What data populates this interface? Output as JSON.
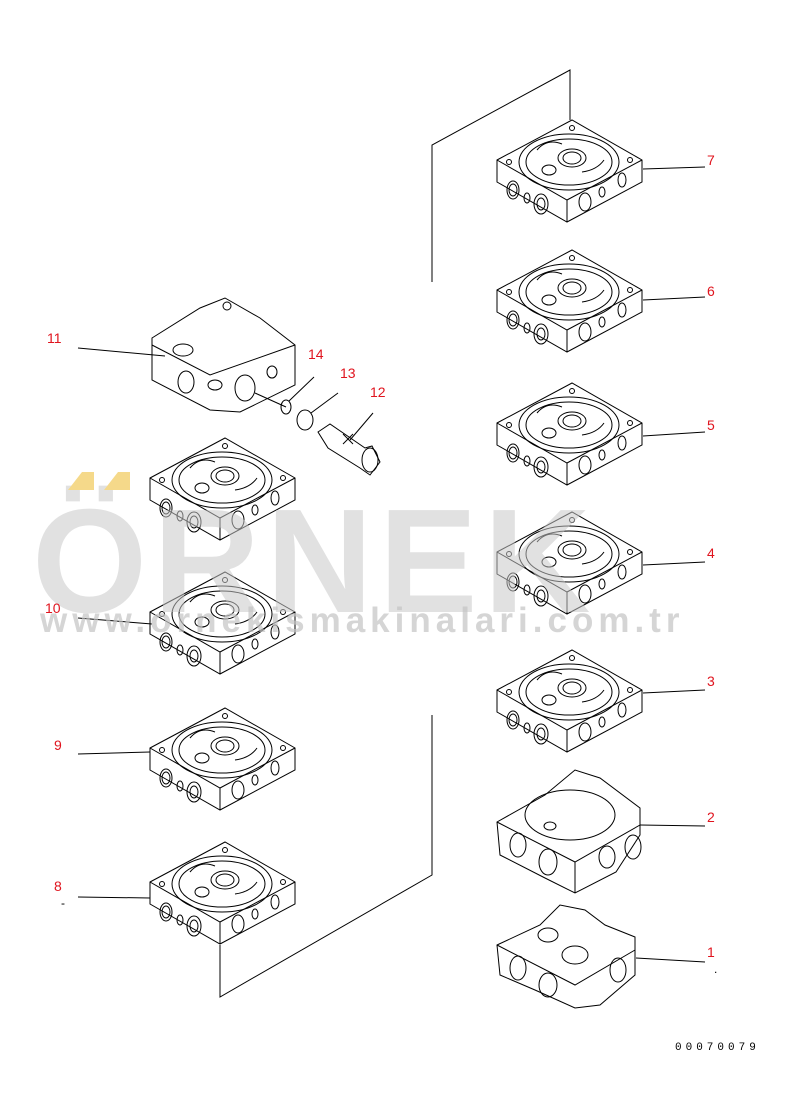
{
  "diagram": {
    "type": "exploded-parts-diagram",
    "subject": "hydraulic control valve section assembly",
    "drawing_number": "00070079",
    "callout_color": "#e0141e",
    "callouts": [
      {
        "id": "1",
        "label": "1"
      },
      {
        "id": "2",
        "label": "2"
      },
      {
        "id": "3",
        "label": "3"
      },
      {
        "id": "4",
        "label": "4"
      },
      {
        "id": "5",
        "label": "5"
      },
      {
        "id": "6",
        "label": "6"
      },
      {
        "id": "7",
        "label": "7"
      },
      {
        "id": "8",
        "label": "8"
      },
      {
        "id": "9",
        "label": "9"
      },
      {
        "id": "10",
        "label": "10"
      },
      {
        "id": "11",
        "label": "11"
      },
      {
        "id": "12",
        "label": "12"
      },
      {
        "id": "13",
        "label": "13"
      },
      {
        "id": "14",
        "label": "14"
      }
    ],
    "marks": {
      "dash_near_8": "-",
      "dot_near_1": "."
    }
  },
  "watermark": {
    "brand": "ÖRNEK",
    "url": "www.ornekismakinalari.com.tr",
    "accent_color": "#f5d98a",
    "text_color": "#c9c9c9"
  }
}
